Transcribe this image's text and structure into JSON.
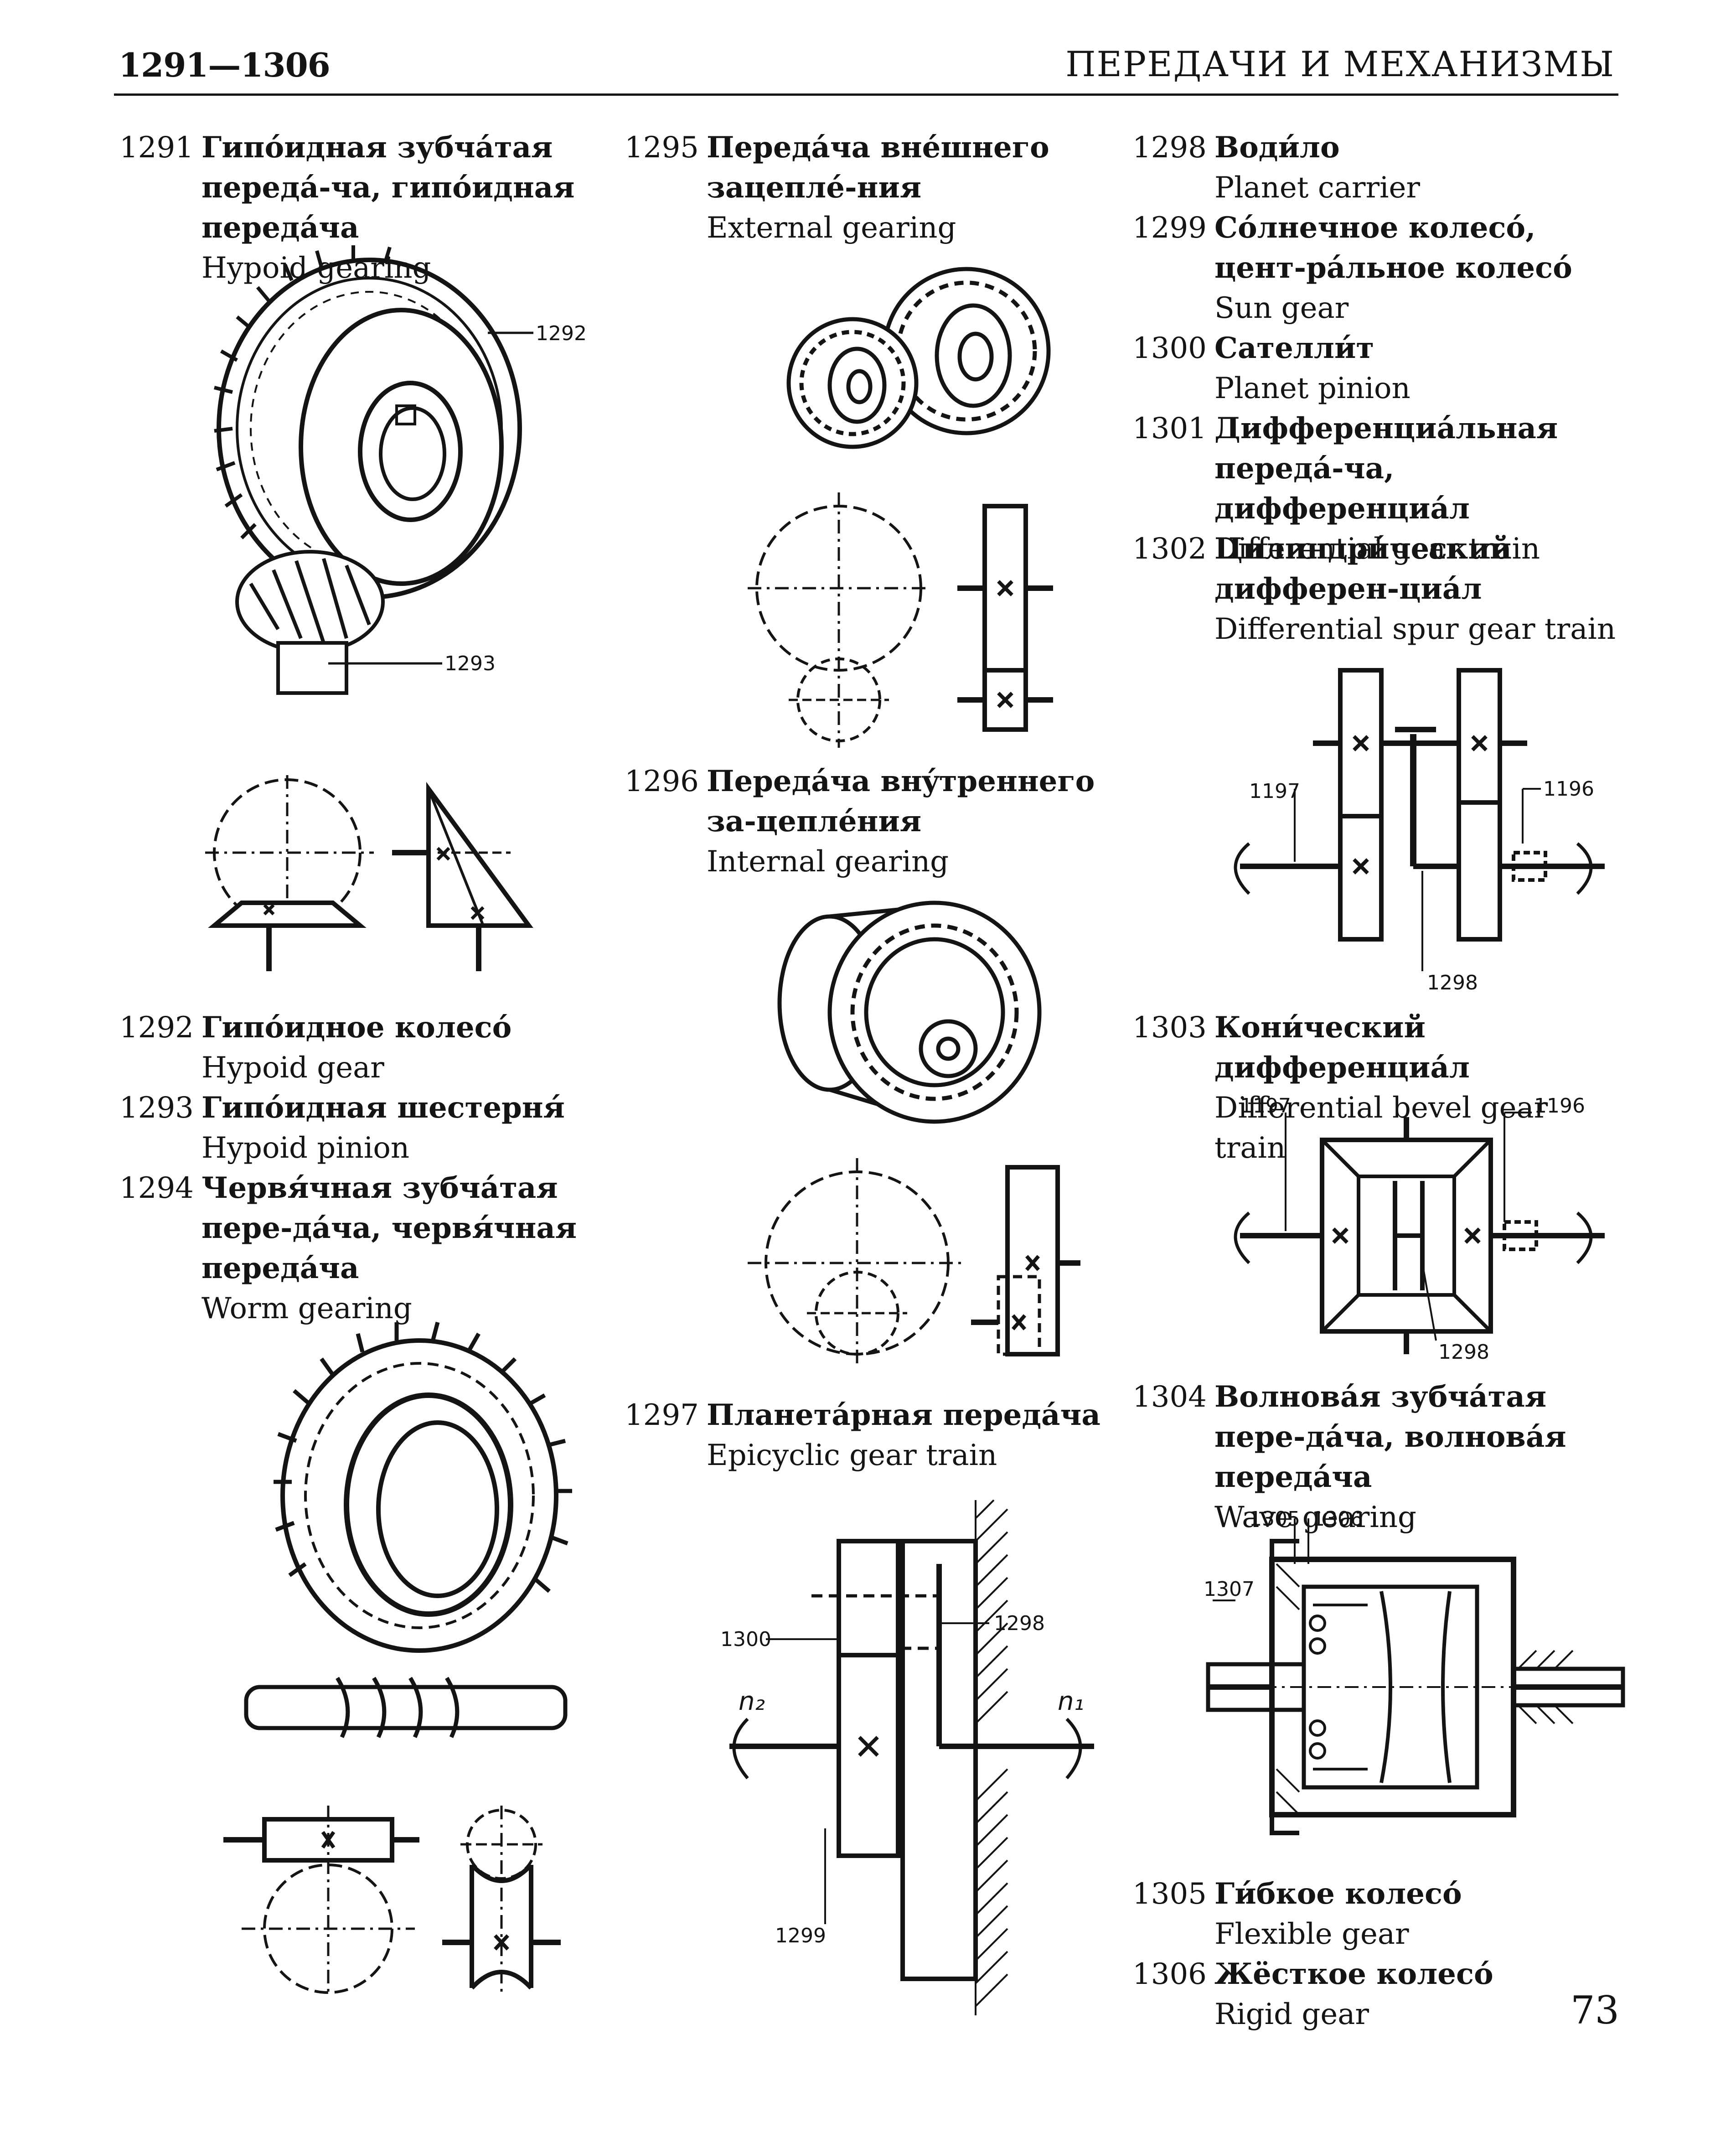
{
  "header": {
    "range": "1291—1306",
    "title": "ПЕРЕДАЧИ И МЕХАНИЗМЫ"
  },
  "page_number": "73",
  "entries": [
    {
      "num": "1291",
      "ru": "Гипóидная зубчáтая передá-ча, гипóидная передáча",
      "en": "Hypoid gearing"
    },
    {
      "num": "1292",
      "ru": "Гипóидное колесó",
      "en": "Hypoid gear"
    },
    {
      "num": "1293",
      "ru": "Гипóидная шестерня́",
      "en": "Hypoid pinion"
    },
    {
      "num": "1294",
      "ru": "Червя́чная зубчáтая пере-дáча, червя́чная передáча",
      "en": "Worm gearing"
    },
    {
      "num": "1295",
      "ru": "Передáча внéшнего зацеплé-ния",
      "en": "External gearing"
    },
    {
      "num": "1296",
      "ru": "Передáча внýтреннего за-цеплéния",
      "en": "Internal gearing"
    },
    {
      "num": "1297",
      "ru": "Планетáрная передáча",
      "en": "Epicyclic gear train"
    },
    {
      "num": "1298",
      "ru": "Води́ло",
      "en": "Planet carrier"
    },
    {
      "num": "1299",
      "ru": "Сóлнечное колесó, цент-рáльное колесó",
      "en": "Sun gear"
    },
    {
      "num": "1300",
      "ru": "Сателли́т",
      "en": "Planet pinion"
    },
    {
      "num": "1301",
      "ru": "Дифференциáльная передá-ча, дифференциáл",
      "en": "Differential gear train"
    },
    {
      "num": "1302",
      "ru": "Цилиндри́ческий дифферен-циáл",
      "en": "Differential spur gear train"
    },
    {
      "num": "1303",
      "ru": "Кони́ческий дифференциáл",
      "en": "Differential bevel gear train"
    },
    {
      "num": "1304",
      "ru": "Волновáя зубчáтая пере-дáча, волновáя передáча",
      "en": "Wave gearing"
    },
    {
      "num": "1305",
      "ru": "Ги́бкое колесó",
      "en": "Flexible gear"
    },
    {
      "num": "1306",
      "ru": "Жёсткое колесó",
      "en": "Rigid gear"
    }
  ],
  "figure_labels": {
    "hypoid_gear": "1292",
    "hypoid_pinion": "1293",
    "epi_n2": "n₂",
    "epi_n1": "n₁",
    "epi_planet": "1300",
    "epi_carrier": "1298",
    "epi_sun": "1299",
    "spur_left": "1197",
    "spur_right": "1196",
    "spur_carrier": "1298",
    "bevel_left": "1197",
    "bevel_right": "1196",
    "bevel_carrier": "1298",
    "wave_flex": "1305",
    "wave_rigid": "1306",
    "wave_gen": "1307"
  }
}
